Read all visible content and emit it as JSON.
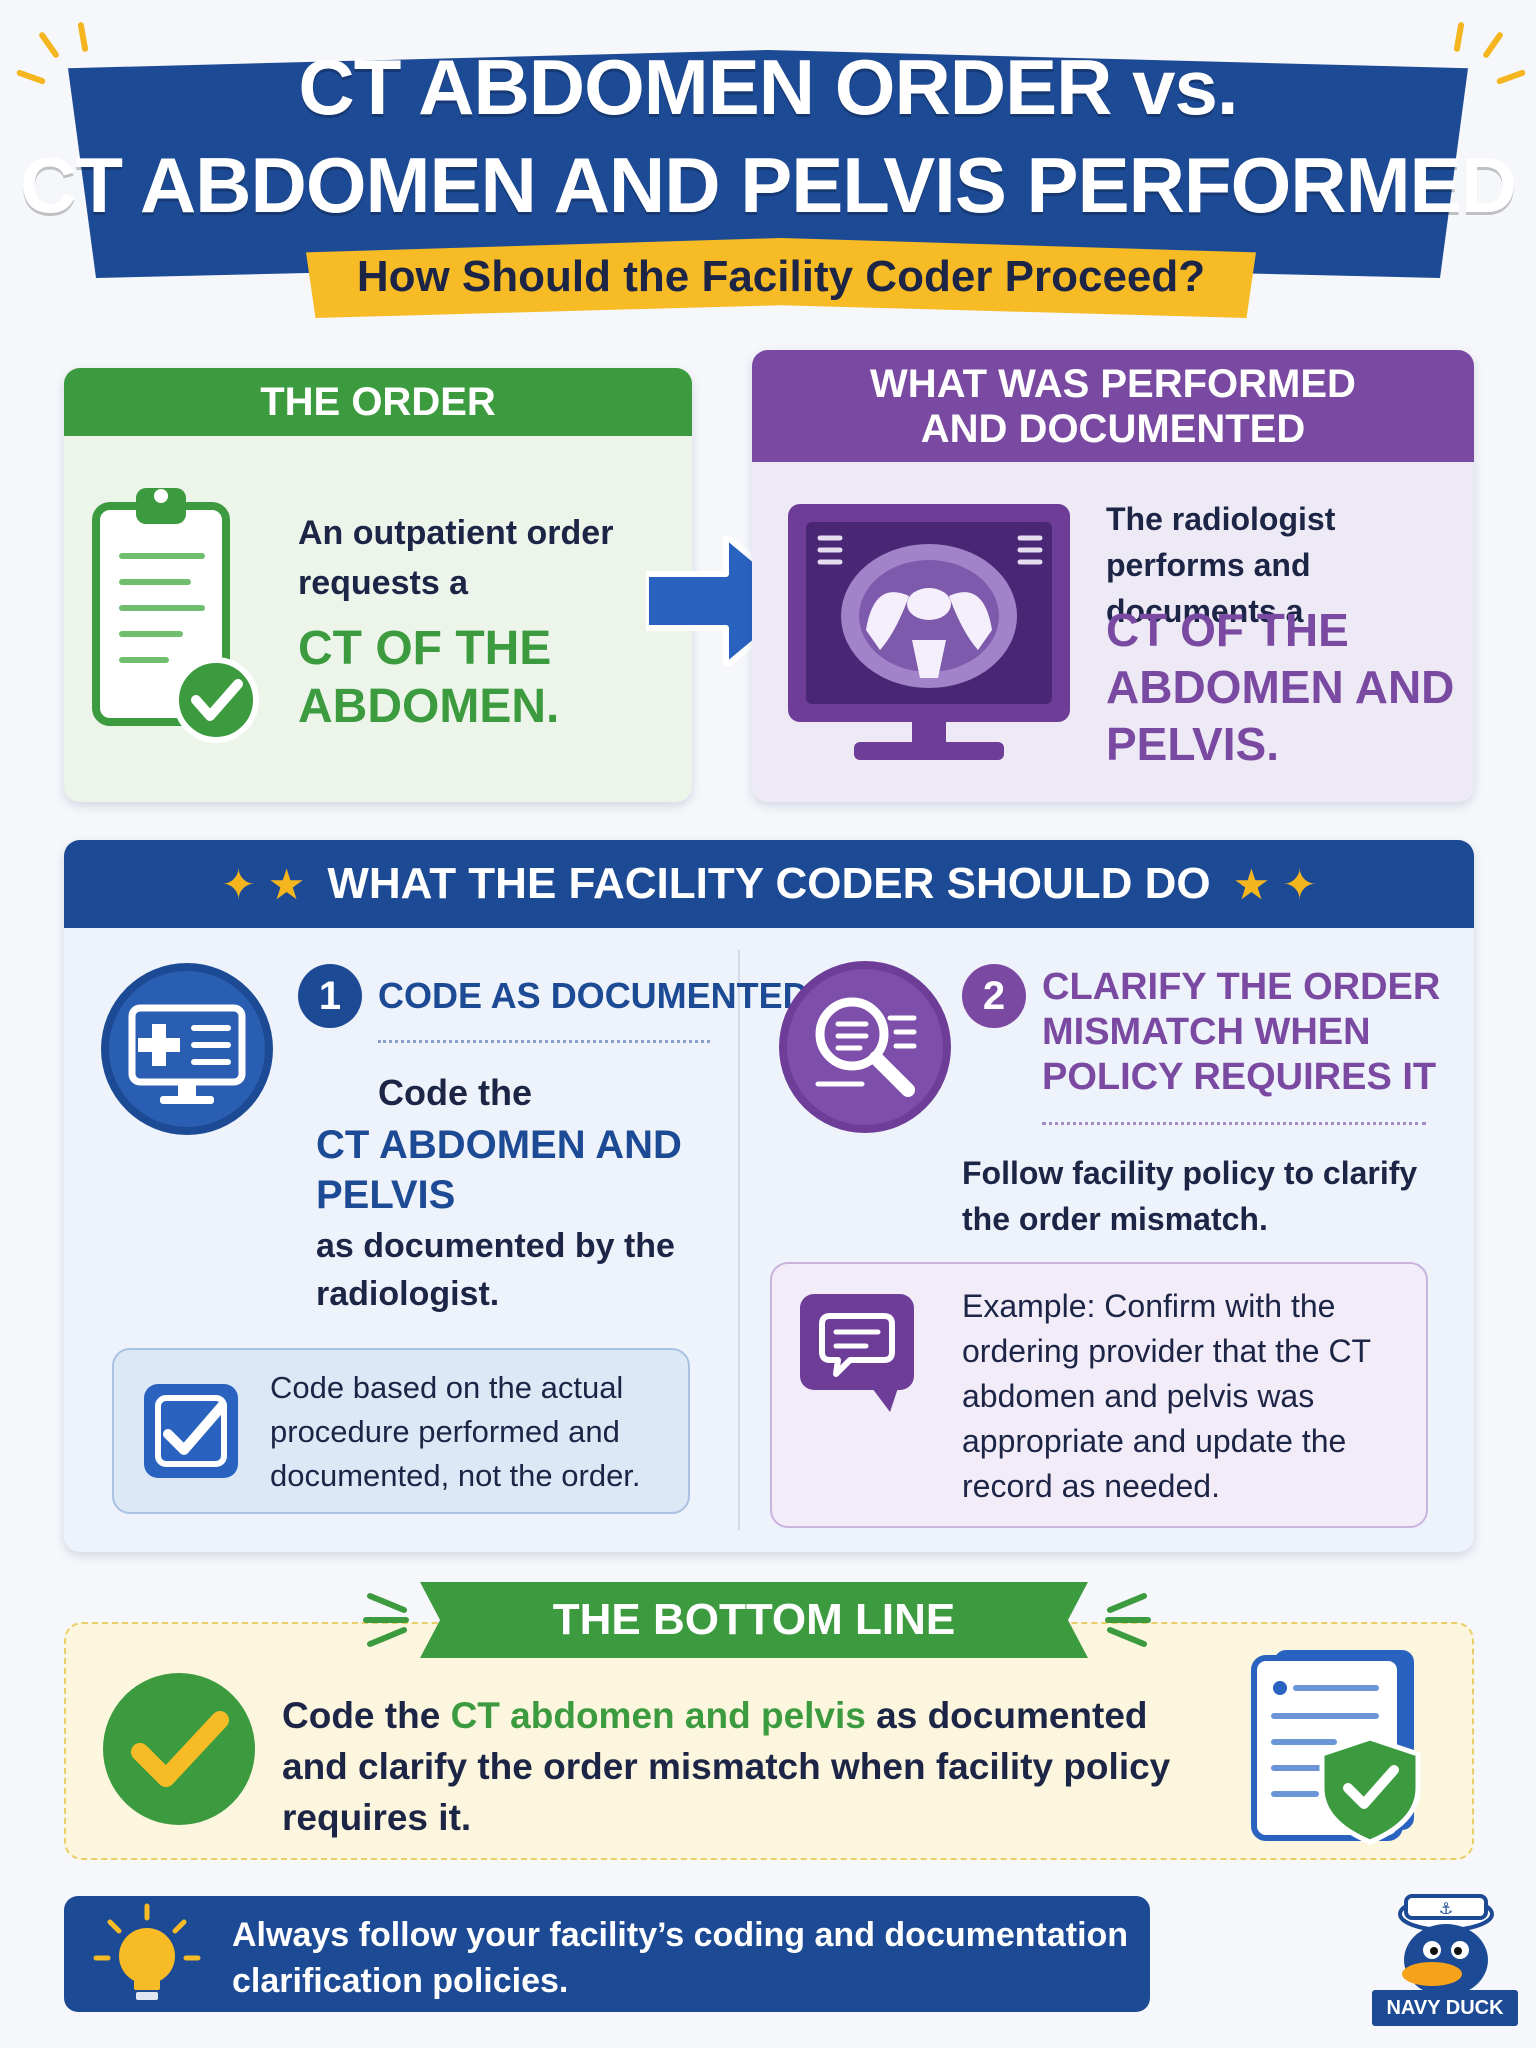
{
  "header": {
    "title_line_1": "CT ABDOMEN ORDER vs.",
    "title_line_2": "CT ABDOMEN AND PELVIS PERFORMED",
    "subtitle": "How Should the Facility Coder Proceed?"
  },
  "order_card": {
    "heading": "THE ORDER",
    "text": "An outpatient order requests a",
    "highlight": "CT OF THE ABDOMEN."
  },
  "performed_card": {
    "heading_line_1": "WHAT WAS PERFORMED",
    "heading_line_2": "AND DOCUMENTED",
    "text": "The radiologist performs and documents a",
    "highlight": "CT OF THE ABDOMEN AND PELVIS."
  },
  "coder_section": {
    "heading": "WHAT THE FACILITY CODER SHOULD DO",
    "step1": {
      "number": "1",
      "title": "CODE AS DOCUMENTED",
      "lead": "Code the",
      "highlight": "CT ABDOMEN AND PELVIS",
      "rest": "as documented by the radiologist.",
      "note": "Code based on the actual procedure performed and documented, not the order."
    },
    "step2": {
      "number": "2",
      "title": "CLARIFY THE ORDER MISMATCH WHEN POLICY REQUIRES IT",
      "text": "Follow facility policy to clarify the order mismatch.",
      "note": "Example: Confirm with the ordering provider that the CT abdomen and pelvis was appropriate and update the record as needed."
    }
  },
  "bottom_line": {
    "heading": "THE BOTTOM LINE",
    "text_before": "Code the ",
    "text_highlight": "CT abdomen and pelvis",
    "text_after": " as documented and clarify the order mismatch when facility policy requires it."
  },
  "footer": {
    "tip": "Always follow your facility’s coding and documentation clarification policies.",
    "brand": "NAVY DUCK"
  },
  "colors": {
    "navy": "#1d4a94",
    "green": "#3c9a3f",
    "purple": "#7a4aa3",
    "yellow": "#f7bb26"
  }
}
